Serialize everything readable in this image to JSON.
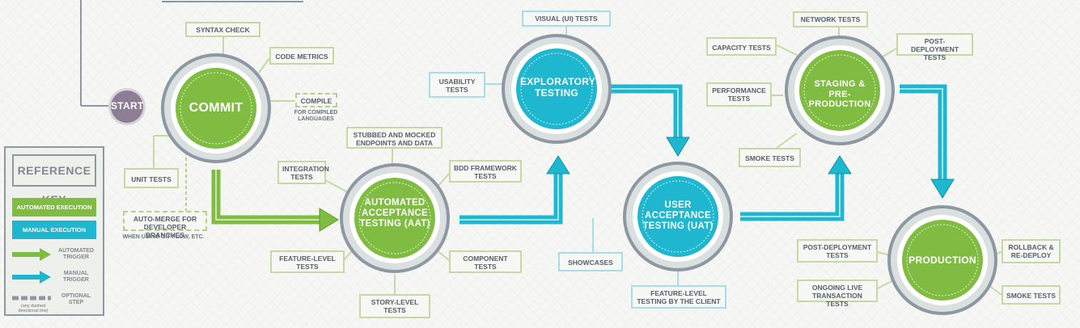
{
  "colors": {
    "green": "#7fbc41",
    "green_dark": "#5a9a2a",
    "blue": "#1fb6cf",
    "blue_dark": "#0f95ae",
    "gray": "#8e98a2",
    "start": "#8d7e96",
    "label_green": "#c5d9a4",
    "label_blue": "#a8dcea"
  },
  "start": {
    "label": "START"
  },
  "stages": [
    {
      "id": "commit",
      "label": "COMMIT",
      "kind": "automated"
    },
    {
      "id": "aat",
      "label": "AUTOMATED ACCEPTANCE TESTING (AAT)",
      "kind": "automated"
    },
    {
      "id": "exploratory",
      "label": "EXPLORATORY TESTING",
      "kind": "manual"
    },
    {
      "id": "uat",
      "label": "USER ACCEPTANCE TESTING (UAT)",
      "kind": "manual"
    },
    {
      "id": "staging",
      "label": "STAGING & PRE-PRODUCTION",
      "kind": "automated"
    },
    {
      "id": "production",
      "label": "PRODUCTION",
      "kind": "automated"
    }
  ],
  "labels": {
    "syntax_check": "SYNTAX CHECK",
    "code_metrics": "CODE METRICS",
    "compile": "COMPILE",
    "compile_note": "FOR COMPILED LANGUAGES",
    "unit_tests": "UNIT TESTS",
    "auto_merge": "AUTO-MERGE FOR DEVELOPER BRANCHES",
    "auto_merge_note": "WHEN USING GIT FLOW, ETC.",
    "stubbed": "STUBBED AND MOCKED ENDPOINTS AND DATA",
    "integration": "INTEGRATION TESTS",
    "bdd": "BDD FRAMEWORK TESTS",
    "feature_level": "FEATURE-LEVEL TESTS",
    "component": "COMPONENT TESTS",
    "story_level": "STORY-LEVEL TESTS",
    "visual": "VISUAL (UI) TESTS",
    "usability": "USABILITY TESTS",
    "showcases": "SHOWCASES",
    "feature_client": "FEATURE-LEVEL TESTING BY THE CLIENT",
    "network": "NETWORK TESTS",
    "capacity": "CAPACITY TESTS",
    "post_deploy_1": "POST-DEPLOYMENT TESTS",
    "performance": "PERFORMANCE TESTS",
    "smoke_1": "SMOKE TESTS",
    "post_deploy_2": "POST-DEPLOYMENT TESTS",
    "rollback": "ROLLBACK & RE-DEPLOY",
    "ongoing": "ONGOING LIVE TRANSACTION TESTS",
    "smoke_2": "SMOKE TESTS"
  },
  "legend": {
    "title": "REFERENCE KEY",
    "automated_execution": "AUTOMATED EXECUTION",
    "manual_execution": "MANUAL EXECUTION",
    "automated_trigger": "AUTOMATED TRIGGER",
    "manual_trigger": "MANUAL TRIGGER",
    "optional_step": "OPTIONAL STEP",
    "dashed_note": "(any dashed directional line)"
  }
}
